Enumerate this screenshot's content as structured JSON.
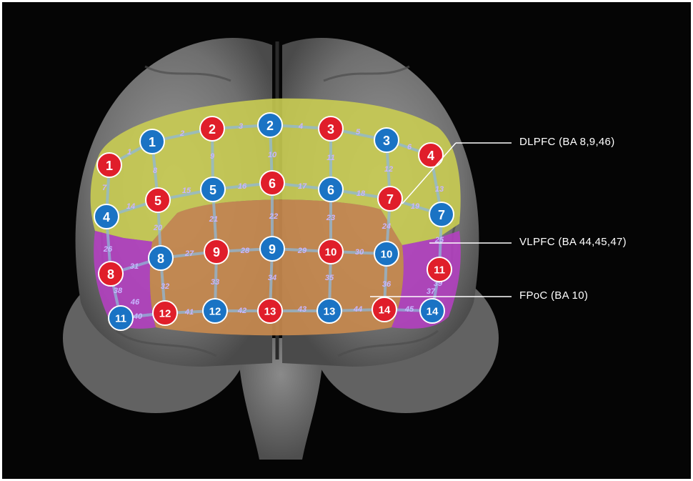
{
  "labels": {
    "dlpfc": "DLPFC (BA 8,9,46)",
    "vlpfc": "VLPFC (BA 44,45,47)",
    "fpoc": "FPoC (BA 10)"
  },
  "colors": {
    "background": "#050505",
    "brain": "#7f7f7f",
    "dlpfc_region": "#c9cc52",
    "fpoc_region": "#c6894f",
    "vlpfc_region": "#b340c0",
    "source": "#e01e2a",
    "detector": "#1a73c4",
    "channel": "#c8b6ff"
  },
  "sources": [
    "1",
    "2",
    "3",
    "4",
    "5",
    "6",
    "7",
    "8",
    "9",
    "10",
    "11",
    "12",
    "13",
    "14"
  ],
  "detectors": [
    "1",
    "2",
    "3",
    "4",
    "5",
    "6",
    "7",
    "8",
    "9",
    "10",
    "11",
    "12",
    "13",
    "14"
  ],
  "channels": [
    "1",
    "2",
    "3",
    "4",
    "5",
    "6",
    "7",
    "8",
    "9",
    "10",
    "11",
    "12",
    "13",
    "14",
    "15",
    "16",
    "17",
    "18",
    "19",
    "20",
    "21",
    "22",
    "23",
    "24",
    "25",
    "26",
    "27",
    "28",
    "29",
    "30",
    "31",
    "32",
    "33",
    "34",
    "35",
    "36",
    "37",
    "38",
    "39",
    "40",
    "41",
    "42",
    "43",
    "44",
    "45",
    "46"
  ]
}
